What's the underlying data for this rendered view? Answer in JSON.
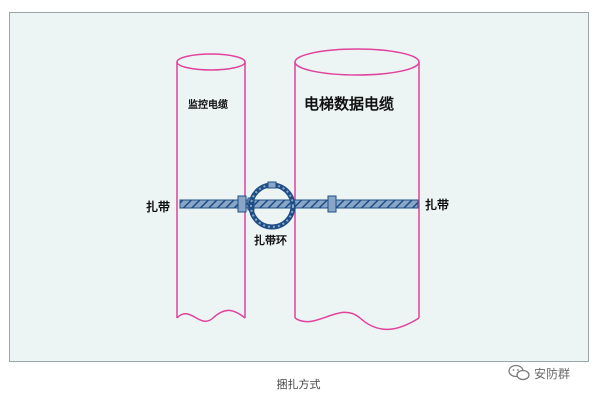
{
  "diagram": {
    "left_cable_label": "监控电缆",
    "right_cable_label": "电梯数据电缆",
    "tie_label_left": "扎带",
    "tie_label_right": "扎带",
    "tie_ring_label": "扎带环"
  },
  "caption": "捆扎方式",
  "watermark": {
    "text": "安防群",
    "icon": "chat-bubble-icon"
  },
  "colors": {
    "cable_outline": "#e0429c",
    "strap": "#1f4e86",
    "background": "#edf5f4"
  }
}
